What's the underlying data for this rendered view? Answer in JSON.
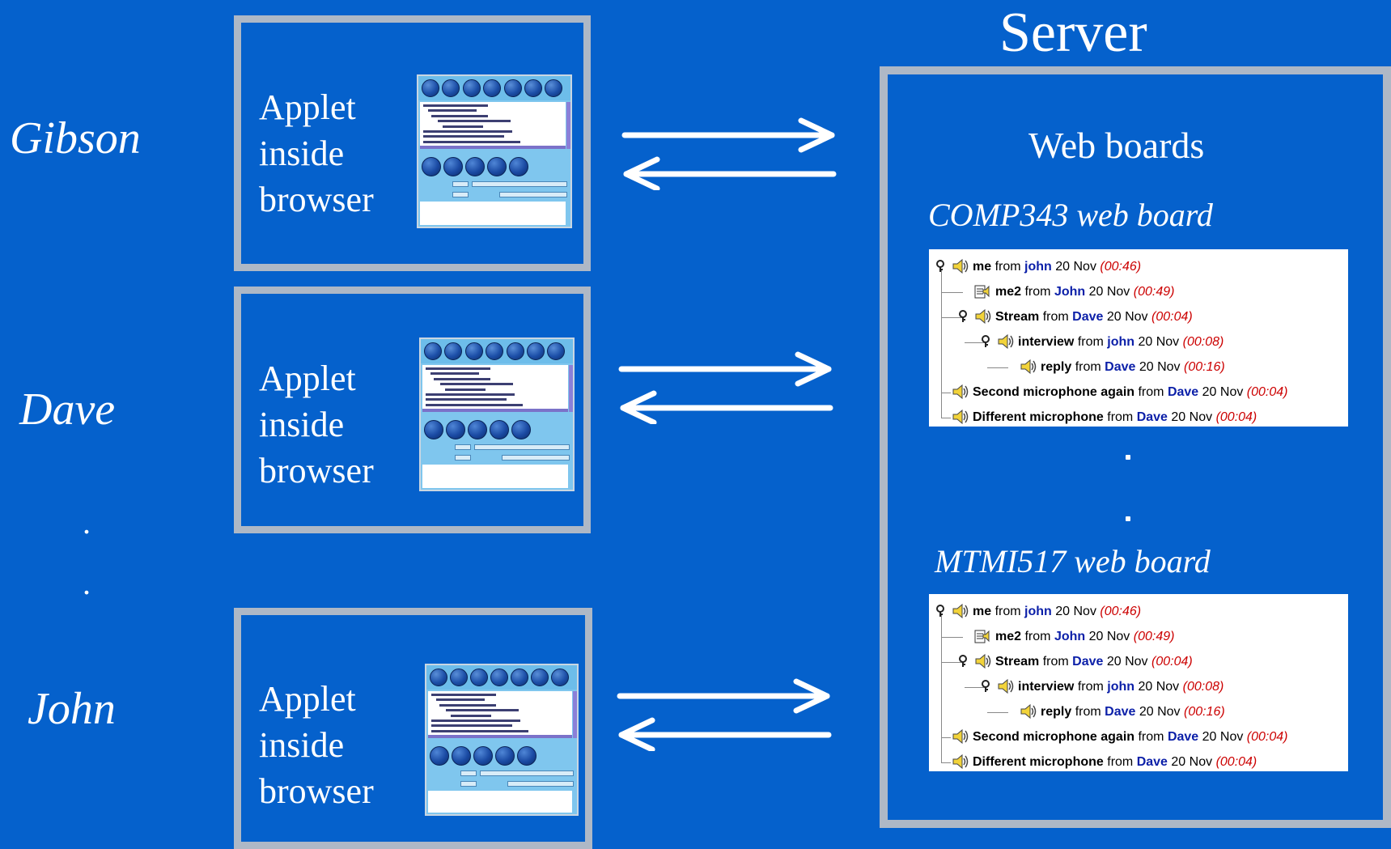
{
  "clients": [
    {
      "name": "Gibson",
      "applet_lines": [
        "Applet",
        "inside",
        "browser"
      ]
    },
    {
      "name": "Dave",
      "applet_lines": [
        "Applet",
        "inside",
        "browser"
      ]
    },
    {
      "name": "John",
      "applet_lines": [
        "Applet",
        "inside",
        "browser"
      ]
    }
  ],
  "client_ellipsis": [
    ".",
    "."
  ],
  "server": {
    "title": "Server",
    "subtitle": "Web boards",
    "server_ellipsis": [
      ".",
      "."
    ],
    "boards": [
      {
        "title": "COMP343 web board",
        "messages": [
          {
            "subject": "me",
            "from": "from",
            "author": "john",
            "date": "20 Nov",
            "time": "(00:46)",
            "icon": "speaker-icon",
            "expander": true
          },
          {
            "subject": "me2",
            "from": "from",
            "author": "John",
            "date": "20 Nov",
            "time": "(00:49)",
            "icon": "document-speaker-icon",
            "expander": false
          },
          {
            "subject": "Stream",
            "from": "from",
            "author": "Dave",
            "date": "20 Nov",
            "time": "(00:04)",
            "icon": "speaker-icon",
            "expander": true
          },
          {
            "subject": "interview",
            "from": "from",
            "author": "john",
            "date": "20 Nov",
            "time": "(00:08)",
            "icon": "speaker-icon",
            "expander": true
          },
          {
            "subject": "reply",
            "from": "from",
            "author": "Dave",
            "date": "20 Nov",
            "time": "(00:16)",
            "icon": "speaker-icon",
            "expander": false
          },
          {
            "subject": "Second microphone again",
            "from": "from",
            "author": "Dave",
            "date": "20 Nov",
            "time": "(00:04)",
            "icon": "speaker-icon",
            "expander": false
          },
          {
            "subject": "Different microphone",
            "from": "from",
            "author": "Dave",
            "date": "20 Nov",
            "time": "(00:04)",
            "icon": "speaker-icon",
            "expander": false
          }
        ]
      },
      {
        "title": "MTMI517 web board",
        "messages": [
          {
            "subject": "me",
            "from": "from",
            "author": "john",
            "date": "20 Nov",
            "time": "(00:46)",
            "icon": "speaker-icon",
            "expander": true
          },
          {
            "subject": "me2",
            "from": "from",
            "author": "John",
            "date": "20 Nov",
            "time": "(00:49)",
            "icon": "document-speaker-icon",
            "expander": false
          },
          {
            "subject": "Stream",
            "from": "from",
            "author": "Dave",
            "date": "20 Nov",
            "time": "(00:04)",
            "icon": "speaker-icon",
            "expander": true
          },
          {
            "subject": "interview",
            "from": "from",
            "author": "john",
            "date": "20 Nov",
            "time": "(00:08)",
            "icon": "speaker-icon",
            "expander": true
          },
          {
            "subject": "reply",
            "from": "from",
            "author": "Dave",
            "date": "20 Nov",
            "time": "(00:16)",
            "icon": "speaker-icon",
            "expander": false
          },
          {
            "subject": "Second microphone again",
            "from": "from",
            "author": "Dave",
            "date": "20 Nov",
            "time": "(00:04)",
            "icon": "speaker-icon",
            "expander": false
          },
          {
            "subject": "Different microphone",
            "from": "from",
            "author": "Dave",
            "date": "20 Nov",
            "time": "(00:04)",
            "icon": "speaker-icon",
            "expander": false
          }
        ]
      }
    ]
  },
  "colors": {
    "background": "#0561CC",
    "box_border": "#AEB8C6",
    "author": "#0B1FA8",
    "time": "#CC0000",
    "applet_panel": "#7FC6EE"
  }
}
